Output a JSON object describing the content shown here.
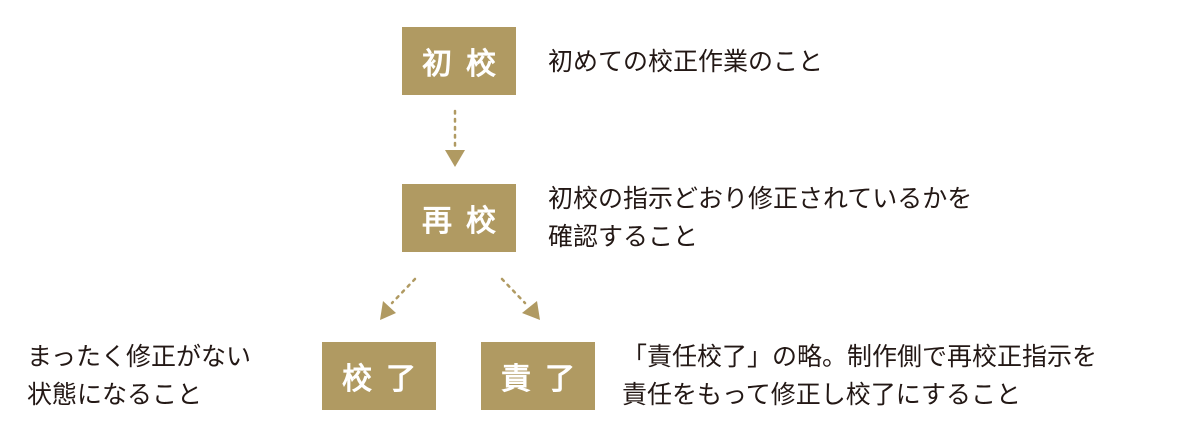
{
  "nodes": {
    "shoko": {
      "label": "初校",
      "desc": [
        "初めての校正作業のこと"
      ]
    },
    "saiko": {
      "label": "再校",
      "desc": [
        "初校の指示どおり修正されているかを",
        "確認すること"
      ]
    },
    "kouryo": {
      "label": "校了",
      "desc": [
        "まったく修正がない",
        "状態になること"
      ]
    },
    "sekiryo": {
      "label": "責了",
      "desc": [
        "「責任校了」の略。制作側で再校正指示を",
        "責任をもって修正し校了にすること"
      ]
    }
  },
  "colors": {
    "accent": "#b09a62",
    "text": "#231815"
  }
}
